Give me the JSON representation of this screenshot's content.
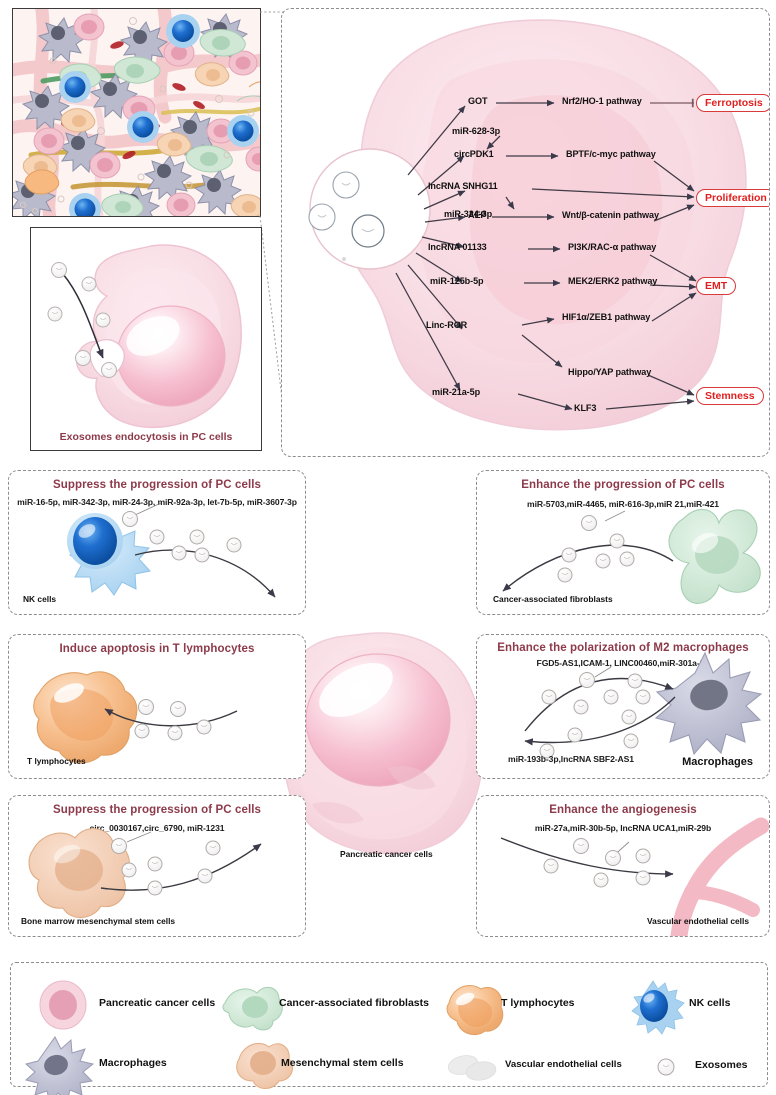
{
  "figure": {
    "tissue_panel": {
      "name": "tumor-microenvironment-histology"
    },
    "endocytosis_panel": {
      "caption": "Exosomes endocytosis in PC cells"
    }
  },
  "pathway_panel": {
    "source_cell": "pancreatic-cancer-cell",
    "nodes": [
      {
        "id": "got",
        "label": "GOT"
      },
      {
        "id": "mir628",
        "label": "miR-628-3p"
      },
      {
        "id": "circpdk1",
        "label": "circPDK1"
      },
      {
        "id": "snhg11",
        "label": "lncRNA SNHG11"
      },
      {
        "id": "mir324",
        "label": "miR-324-3p"
      },
      {
        "id": "aep",
        "label": "AEP"
      },
      {
        "id": "linc01133",
        "label": "lncRNA 01133"
      },
      {
        "id": "mir125b",
        "label": "miR-125b-5p"
      },
      {
        "id": "lincror",
        "label": "Linc-ROR"
      },
      {
        "id": "mir21a",
        "label": "miR-21a-5p"
      }
    ],
    "pathways": [
      {
        "id": "nrf2",
        "label": "Nrf2/HO-1 pathway"
      },
      {
        "id": "bptf",
        "label": "BPTF/c-myc pathway"
      },
      {
        "id": "wnt",
        "label": "Wnt/β-catenin pathway"
      },
      {
        "id": "pi3k",
        "label": "PI3K/RAC-α pathway"
      },
      {
        "id": "mek2",
        "label": "MEK2/ERK2 pathway"
      },
      {
        "id": "hif1a",
        "label": "HIF1α/ZEB1 pathway"
      },
      {
        "id": "hippo",
        "label": "Hippo/YAP pathway"
      },
      {
        "id": "klf3",
        "label": "KLF3"
      }
    ],
    "outcomes": [
      {
        "id": "ferroptosis",
        "label": "Ferroptosis"
      },
      {
        "id": "proliferation",
        "label": "Proliferation"
      },
      {
        "id": "emt",
        "label": "EMT"
      },
      {
        "id": "stemness",
        "label": "Stemness"
      }
    ]
  },
  "center": {
    "label": "Pancreatic cancer cells"
  },
  "panels": [
    {
      "id": "nk",
      "title": "Suppress the progression of PC cells",
      "cargo": "miR-16-5p, miR-342-3p, miR-24-3p, miR-92a-3p, let-7b-5p, miR-3607-3p",
      "cell_label": "NK cells",
      "cell_type": "nk-cell"
    },
    {
      "id": "caf",
      "title": "Enhance the progression of PC cells",
      "cargo": "miR-5703,miR-4465, miR-616-3p,miR 21,miR-421",
      "cell_label": "Cancer-associated fibroblasts",
      "cell_type": "fibroblast"
    },
    {
      "id": "tcell",
      "title": "Induce apoptosis in T lymphocytes",
      "cargo": "",
      "cell_label": "T lymphocytes",
      "cell_type": "t-lymphocyte"
    },
    {
      "id": "macrophage",
      "title": "Enhance the polarization of M2 macrophages",
      "cargo": "FGD5-AS1,ICAM-1, LINC00460,miR-301a-3p",
      "cargo_return": "miR-193b-3p,lncRNA SBF2-AS1",
      "cell_label": "Macrophages",
      "cell_type": "macrophage"
    },
    {
      "id": "bmsc",
      "title": "Suppress the progression of PC cells",
      "cargo": "circ_0030167,circ_6790, miR-1231",
      "cell_label": "Bone marrow mesenchymal stem cells",
      "cell_type": "mesenchymal-stem-cell"
    },
    {
      "id": "angio",
      "title": "Enhance the angiogenesis",
      "cargo": "miR-27a,miR-30b-5p, lncRNA UCA1,miR-29b",
      "cell_label": "Vascular endothelial cells",
      "cell_type": "vascular-endothelial-cell"
    }
  ],
  "legend": {
    "items": [
      {
        "id": "pc",
        "label": "Pancreatic cancer cells",
        "color": "#efb6c4"
      },
      {
        "id": "caf",
        "label": "Cancer-associated fibroblasts",
        "color": "#c5e2cc"
      },
      {
        "id": "tcell",
        "label": "T lymphocytes",
        "color": "#f5b783"
      },
      {
        "id": "nk",
        "label": "NK cells",
        "color": "#1466c8"
      },
      {
        "id": "mac",
        "label": "Macrophages",
        "color": "#b3b3c8"
      },
      {
        "id": "msc",
        "label": "Mesenchymal stem cells",
        "color": "#f0c6ad"
      },
      {
        "id": "vec",
        "label": "Vascular endothelial cells",
        "color": "#e8e4e4"
      },
      {
        "id": "exo",
        "label": "Exosomes",
        "color": "#f2f2f2"
      }
    ]
  },
  "colors": {
    "outcome_red": "#e02020",
    "title_maroon": "#8d3a4a",
    "cell_pink": "#f6d3dc",
    "nucleus_pink": "#f4b9c9",
    "dash_gray": "#8c8c8c"
  }
}
